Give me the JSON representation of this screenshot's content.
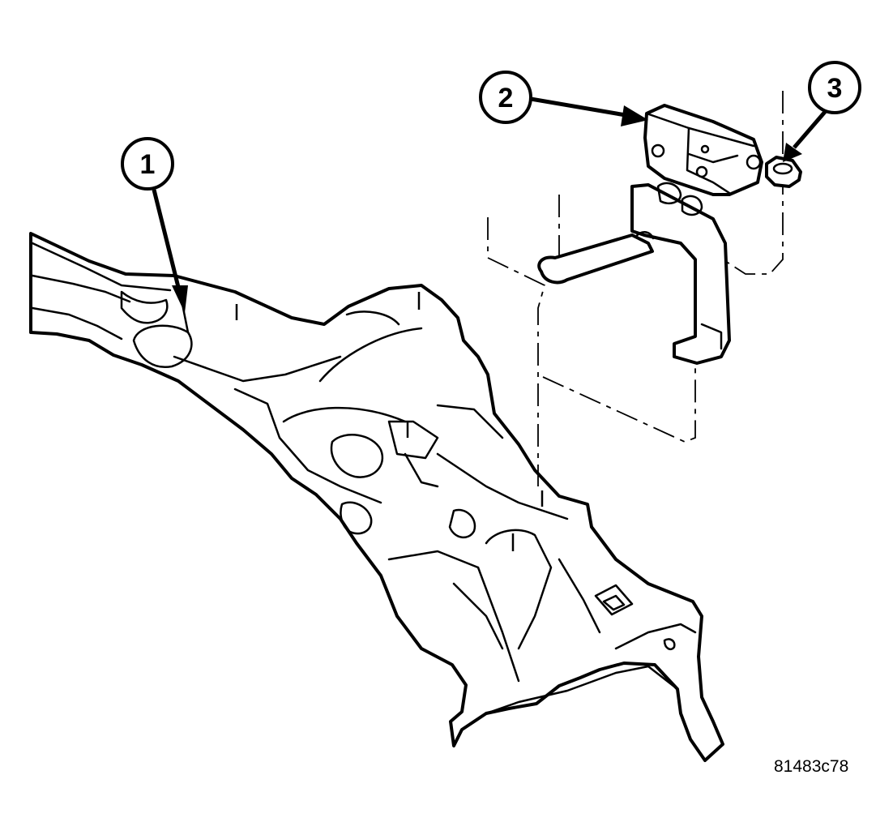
{
  "callouts": [
    {
      "label": "1",
      "part": "frame-rail"
    },
    {
      "label": "2",
      "part": "brake-proportioning-valve-bracket"
    },
    {
      "label": "3",
      "part": "nut"
    }
  ],
  "figure_id": "81483c78"
}
